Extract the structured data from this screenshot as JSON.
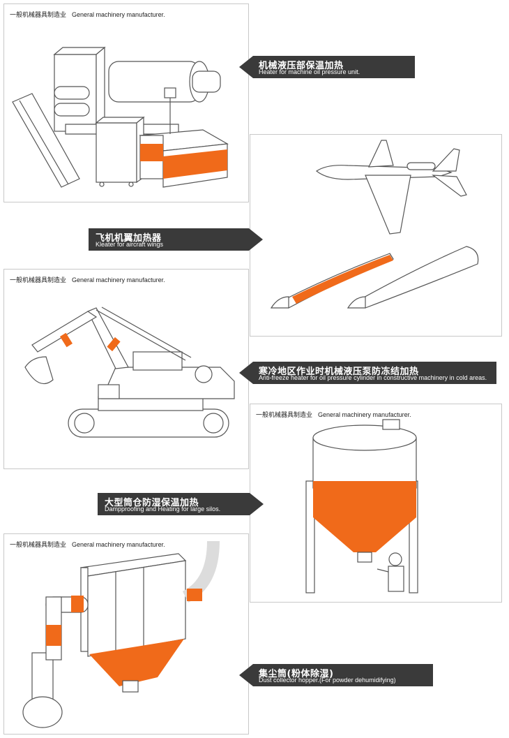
{
  "header_zh": "一般机械器具制造业",
  "header_en": "General machinery manufacturer.",
  "accent_color": "#f06a1a",
  "banners": [
    {
      "zh": "机械液压部保温加热",
      "en": "Heater for machine oil pressure unit."
    },
    {
      "zh": "飞机机翼加热器",
      "en": "Kleater for aircraft wings"
    },
    {
      "zh": "寒冷地区作业时机械液压泵防冻结加热",
      "en": "Anti-freeze heater for oil pressure cylinder in constructive machinery in cold areas."
    },
    {
      "zh": "大型筒仓防湿保温加热",
      "en": "Dampproofing and Heating for large silos."
    },
    {
      "zh": "集尘筒(粉体除湿)",
      "en": "Dust collector hopper.(For powder dehumidifying)"
    }
  ]
}
